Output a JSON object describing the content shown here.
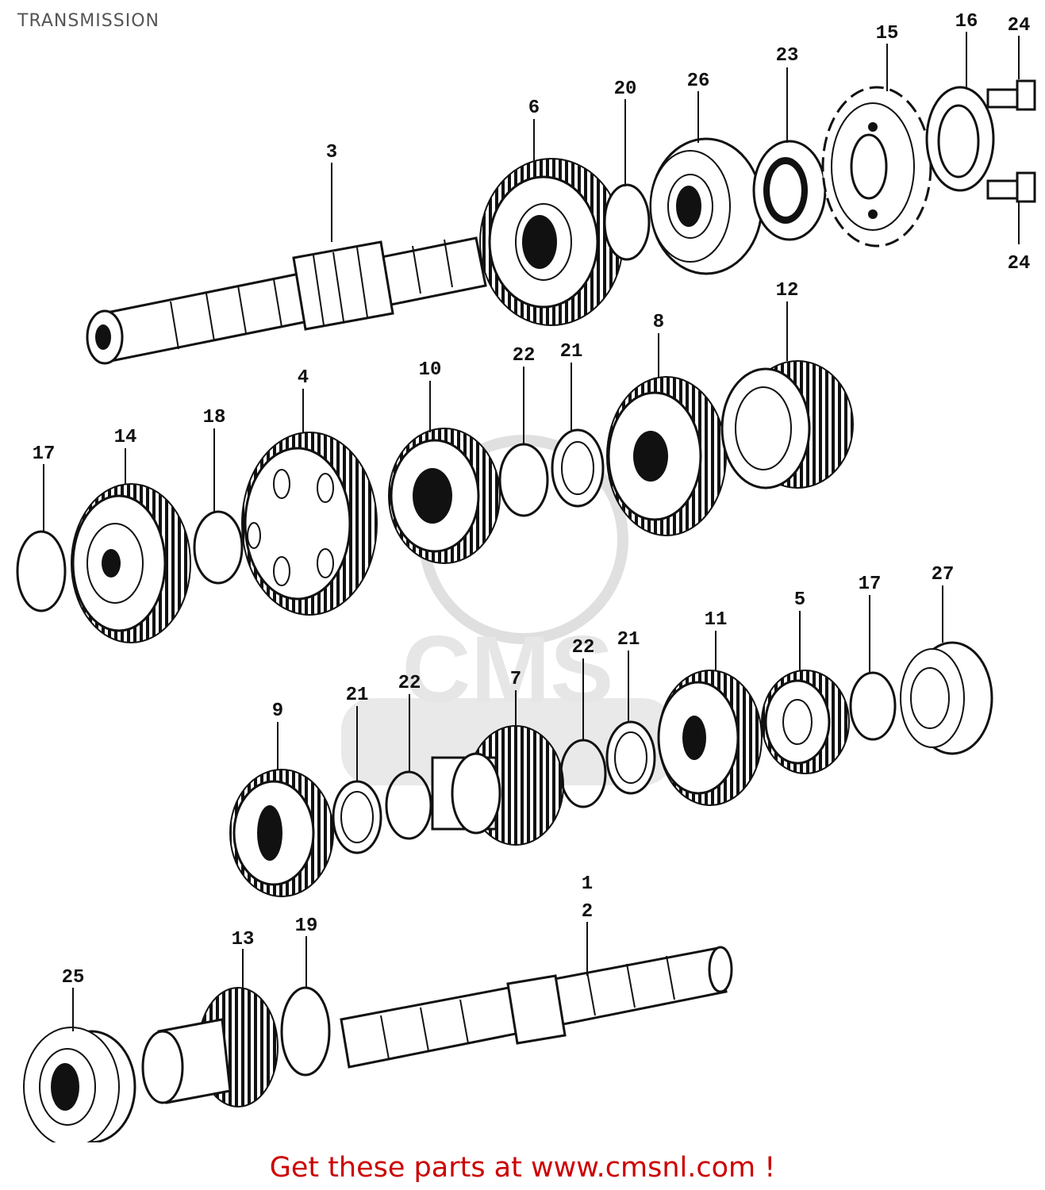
{
  "title": "TRANSMISSION",
  "footer": "Get these parts at www.cmsnl.com !",
  "watermark_text": "CMS",
  "callouts": [
    {
      "id": "c3",
      "label": "3"
    },
    {
      "id": "c6",
      "label": "6"
    },
    {
      "id": "c20",
      "label": "20"
    },
    {
      "id": "c26",
      "label": "26"
    },
    {
      "id": "c23",
      "label": "23"
    },
    {
      "id": "c15",
      "label": "15"
    },
    {
      "id": "c16",
      "label": "16"
    },
    {
      "id": "c24a",
      "label": "24"
    },
    {
      "id": "c24b",
      "label": "24"
    },
    {
      "id": "c17a",
      "label": "17"
    },
    {
      "id": "c14",
      "label": "14"
    },
    {
      "id": "c18",
      "label": "18"
    },
    {
      "id": "c4",
      "label": "4"
    },
    {
      "id": "c10",
      "label": "10"
    },
    {
      "id": "c22a",
      "label": "22"
    },
    {
      "id": "c21a",
      "label": "21"
    },
    {
      "id": "c8",
      "label": "8"
    },
    {
      "id": "c12",
      "label": "12"
    },
    {
      "id": "c9",
      "label": "9"
    },
    {
      "id": "c21b",
      "label": "21"
    },
    {
      "id": "c22b",
      "label": "22"
    },
    {
      "id": "c7",
      "label": "7"
    },
    {
      "id": "c22c",
      "label": "22"
    },
    {
      "id": "c21c",
      "label": "21"
    },
    {
      "id": "c11",
      "label": "11"
    },
    {
      "id": "c5",
      "label": "5"
    },
    {
      "id": "c17b",
      "label": "17"
    },
    {
      "id": "c27",
      "label": "27"
    },
    {
      "id": "c1",
      "label": "1"
    },
    {
      "id": "c2",
      "label": "2"
    },
    {
      "id": "c19",
      "label": "19"
    },
    {
      "id": "c13",
      "label": "13"
    },
    {
      "id": "c25",
      "label": "25"
    }
  ]
}
